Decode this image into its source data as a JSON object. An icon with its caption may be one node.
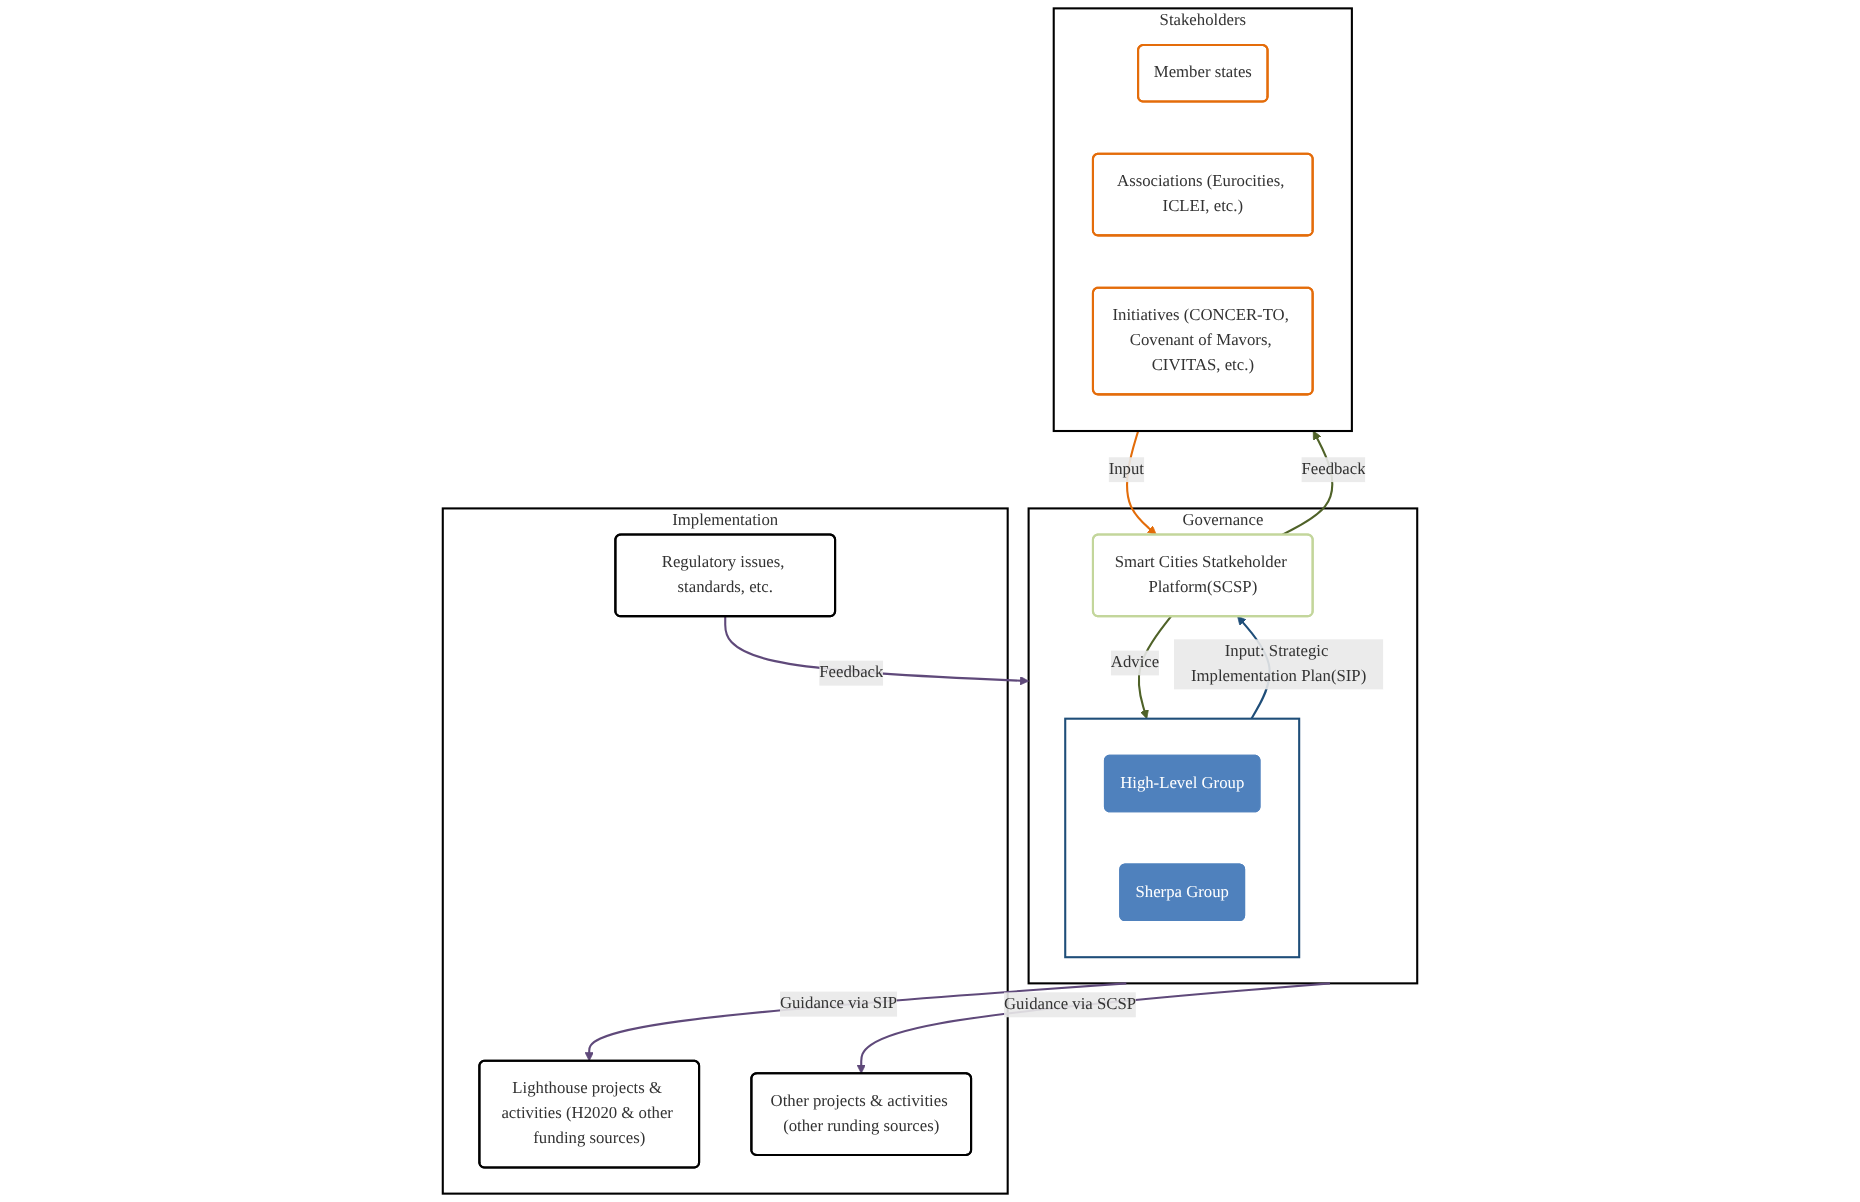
{
  "diagram": {
    "nodes": [
      {
        "text": [
          "Governance"
        ]
      },
      {
        "text": [],
        "shape": "box",
        "in": 0
      },
      {
        "text": [
          "High-Level Group"
        ],
        "in": 1
      },
      {
        "text": [
          "Sherpa Group"
        ],
        "in": 1
      },
      {
        "text": [
          "Smart Cities Statkeholder Platform(SCSP)"
        ],
        "in": 0
      },
      {
        "text": [
          "Implementation"
        ]
      },
      {
        "text": [
          "Lighthouse projects & activities (H2020 & other funding sources)"
        ],
        "in": 5
      },
      {
        "text": [
          "Other projects & activities (other runding sources)"
        ],
        "in": 5
      },
      {
        "text": [
          "Regulatory issues, standards, etc."
        ],
        "in": 5
      },
      {
        "text": [
          "Stakeholders"
        ]
      },
      {
        "text": [
          "Member states"
        ],
        "in": 9
      },
      {
        "text": [
          "Associations (Eurocities, ICLEI, etc.)"
        ],
        "in": 9
      },
      {
        "text": [
          "Initiatives (CONCER-TO, Covenant of Mavors, CIVITAS, etc.)"
        ],
        "in": 9
      }
    ],
    "edges": [
      {
        "from": 1,
        "to": 4,
        "arrow": "to",
        "label": "Input: Strategic Implementation Plan(SIP)",
        "color": "#1f4e79"
      },
      {
        "from": 4,
        "to": 1,
        "arrow": "to",
        "label": "Advice",
        "color": "#4f6228"
      },
      {
        "from": 4,
        "to": 9,
        "arrow": "to",
        "label": "Feedback",
        "color": "#4f6228"
      },
      {
        "from": 0,
        "to": 6,
        "arrow": "to",
        "label": "Guidance via SIP",
        "color": "#5f497a"
      },
      {
        "from": 0,
        "to": 7,
        "arrow": "to",
        "label": "Guidance via SCSP",
        "color": "#5f497a"
      },
      {
        "from": 8,
        "to": 0,
        "arrow": "to",
        "label": "Feedback",
        "color": "#5f497a"
      },
      {
        "from": 9,
        "to": 4,
        "arrow": "to",
        "label": "Input",
        "color": "#e36c09"
      }
    ]
  }
}
